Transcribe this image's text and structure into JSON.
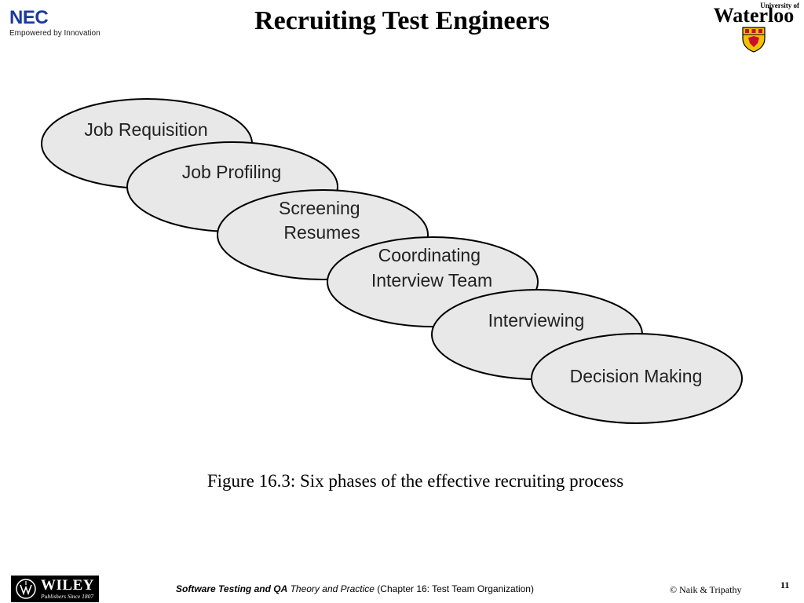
{
  "header": {
    "title": "Recruiting Test Engineers",
    "nec_logo": {
      "word": "NEC",
      "tagline": "Empowered by Innovation",
      "color": "#1a3a9c"
    },
    "uw_logo": {
      "small_text": "University of",
      "big_text": "Waterloo",
      "shield_color": "#f2c200"
    }
  },
  "diagram": {
    "phases": [
      {
        "lines": [
          "Job Requisition"
        ]
      },
      {
        "lines": [
          "Job Profiling"
        ]
      },
      {
        "lines": [
          "Screening",
          "Resumes"
        ]
      },
      {
        "lines": [
          "Coordinating",
          "Interview Team"
        ]
      },
      {
        "lines": [
          "Interviewing"
        ]
      },
      {
        "lines": [
          "Decision Making"
        ]
      }
    ],
    "fill_color": "#e8e8e8",
    "stroke_color": "#000000"
  },
  "caption": "Figure 16.3: Six phases of the effective recruiting process",
  "footer": {
    "wiley": {
      "word": "WILEY",
      "tagline": "Publishers Since 1807"
    },
    "book_title": "Software Testing and QA",
    "subtitle": " Theory and Practice",
    "chapter": " (Chapter 16: Test  Team Organization)",
    "copyright": "© Naik & Tripathy",
    "page_number": "11"
  }
}
